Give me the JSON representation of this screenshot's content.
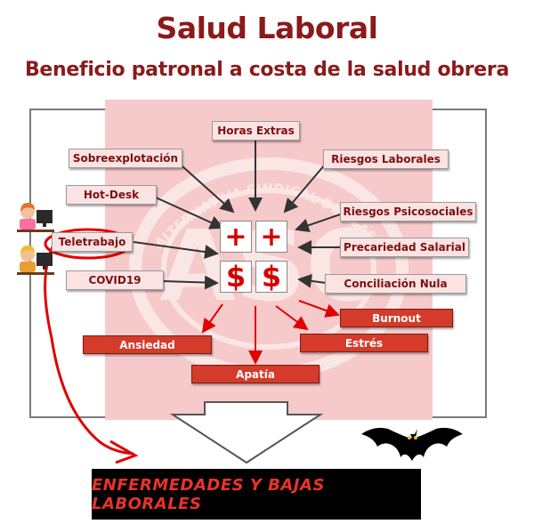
{
  "title": "Salud Laboral",
  "subtitle": "Beneficio patronal a costa de la salud obrera",
  "watermark": {
    "text_top": "ALTERNATIVA SINDICAL DE CLASE",
    "logo": "ASC"
  },
  "causes": {
    "horas_extras": "Horas Extras",
    "sobreexplotacion": "Sobreexplotación",
    "riesgos_laborales": "Riesgos Laborales",
    "hot_desk": "Hot-Desk",
    "riesgos_psicosociales": "Riesgos Psicosociales",
    "teletrabajo": "Teletrabajo",
    "precariedad_salarial": "Precariedad Salarial",
    "covid19": "COVID19",
    "conciliacion_nula": "Conciliación Nula"
  },
  "center": {
    "symbols": [
      "+",
      "+",
      "$",
      "$"
    ]
  },
  "effects": {
    "burnout": "Burnout",
    "ansiedad": "Ansiedad",
    "estres": "Estrés",
    "apatia": "Apatía"
  },
  "result": "ENFERMEDADES Y BAJAS LABORALES",
  "colors": {
    "title": "#8b1a1a",
    "cause_box": "#fbe3e3",
    "effect_box": "#d43b2a",
    "watermark": "#f6caca",
    "highlight": "#e00000"
  },
  "icons": [
    "worker-at-computer-icon",
    "worker-at-computer-icon",
    "bat-icon"
  ]
}
